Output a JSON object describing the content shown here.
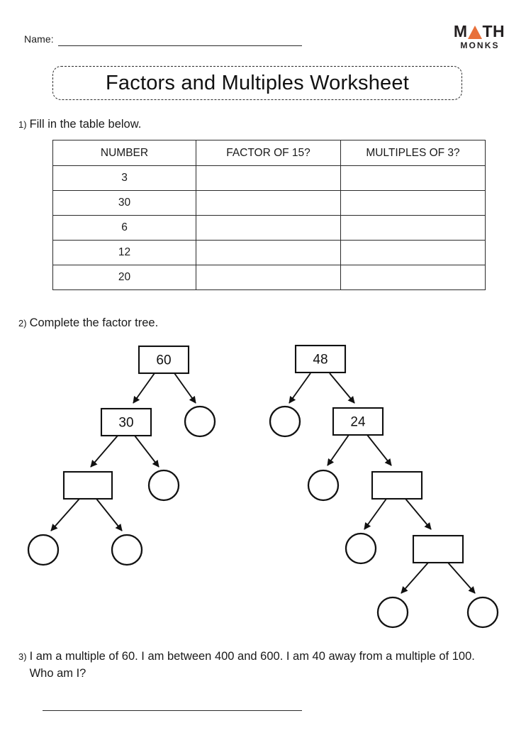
{
  "header": {
    "name_label": "Name:",
    "logo": {
      "word_part_1": "M",
      "word_part_2": "TH",
      "subtitle": "MONKS",
      "accent_color": "#e8703a"
    }
  },
  "title": "Factors and Multiples Worksheet",
  "questions": [
    {
      "number": "1)",
      "text": "Fill in the table below."
    },
    {
      "number": "2)",
      "text": "Complete the factor tree."
    },
    {
      "number": "3)",
      "text": "I am a multiple of 60. I am between 400 and 600. I am 40 away from a multiple of 100. Who am I?"
    }
  ],
  "table": {
    "headers": [
      "NUMBER",
      "FACTOR OF 15?",
      "MULTIPLES OF 3?"
    ],
    "rows": [
      [
        "3",
        "",
        ""
      ],
      [
        "30",
        "",
        ""
      ],
      [
        "6",
        "",
        ""
      ],
      [
        "12",
        "",
        ""
      ],
      [
        "20",
        "",
        ""
      ]
    ]
  },
  "factor_trees": [
    {
      "name": "tree-60",
      "root_value": "60",
      "nodes": [
        {
          "id": "l-root",
          "shape": "box",
          "value": "60"
        },
        {
          "id": "l-n1",
          "shape": "box",
          "value": "30"
        },
        {
          "id": "l-c1",
          "shape": "circle",
          "value": ""
        },
        {
          "id": "l-n2",
          "shape": "box",
          "value": ""
        },
        {
          "id": "l-c2",
          "shape": "circle",
          "value": ""
        },
        {
          "id": "l-c3",
          "shape": "circle",
          "value": ""
        },
        {
          "id": "l-c4",
          "shape": "circle",
          "value": ""
        }
      ]
    },
    {
      "name": "tree-48",
      "root_value": "48",
      "nodes": [
        {
          "id": "r-root",
          "shape": "box",
          "value": "48"
        },
        {
          "id": "r-c1",
          "shape": "circle",
          "value": ""
        },
        {
          "id": "r-n1",
          "shape": "box",
          "value": "24"
        },
        {
          "id": "r-c2",
          "shape": "circle",
          "value": ""
        },
        {
          "id": "r-n2",
          "shape": "box",
          "value": ""
        },
        {
          "id": "r-c3",
          "shape": "circle",
          "value": ""
        },
        {
          "id": "r-n3",
          "shape": "box",
          "value": ""
        },
        {
          "id": "r-c4",
          "shape": "circle",
          "value": ""
        },
        {
          "id": "r-c5",
          "shape": "circle",
          "value": ""
        }
      ]
    }
  ],
  "answer_line": ""
}
